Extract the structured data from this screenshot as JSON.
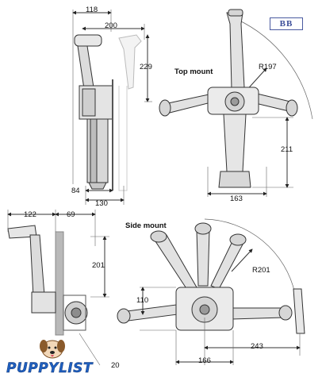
{
  "brand": "BB",
  "labels": {
    "top_mount": "Top mount",
    "side_mount": "Side mount"
  },
  "dimensions": {
    "d118": "118",
    "d200": "200",
    "d229": "229",
    "d84": "84",
    "d130": "130",
    "r197": "R197",
    "d211": "211",
    "d163": "163",
    "d122": "122",
    "d69": "69",
    "d201": "201",
    "d20": "20",
    "r201": "R201",
    "d110": "110",
    "d243": "243",
    "d166": "166"
  },
  "watermark": "PUPPYLIST"
}
